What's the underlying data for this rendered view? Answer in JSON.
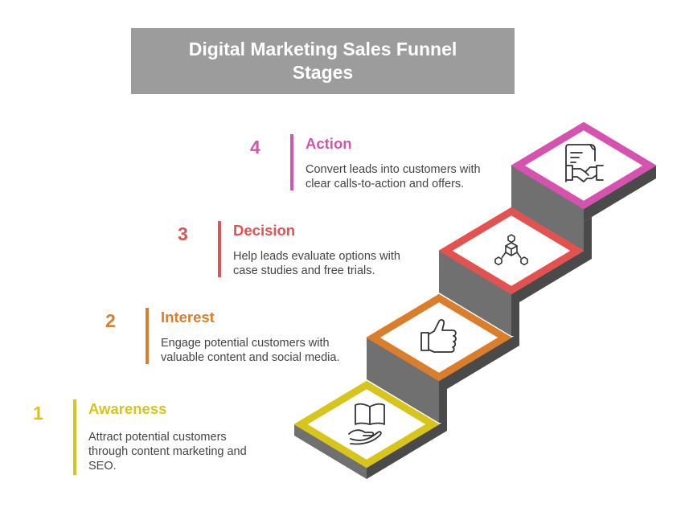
{
  "title": "Digital Marketing Sales Funnel Stages",
  "stages": [
    {
      "number": "1",
      "name": "Awareness",
      "description": "Attract potential customers through content marketing and SEO.",
      "color": "#d7c51b",
      "icon": "open-book-hand-icon"
    },
    {
      "number": "2",
      "name": "Interest",
      "description": "Engage potential customers with valuable content and social media.",
      "color": "#db7e2c",
      "icon": "thumbs-up-icon"
    },
    {
      "number": "3",
      "name": "Decision",
      "description": "Help leads evaluate options with case studies and free trials.",
      "color": "#e25250",
      "icon": "network-cube-icon"
    },
    {
      "number": "4",
      "name": "Action",
      "description": "Convert leads into customers with clear calls-to-action and offers.",
      "color": "#d552ae",
      "icon": "contract-handshake-icon"
    }
  ],
  "colors": {
    "title_bg": "#9c9c9c",
    "step_top": "#ffffff",
    "step_left": "#6e6e6e",
    "step_right": "#4a4a4a"
  }
}
